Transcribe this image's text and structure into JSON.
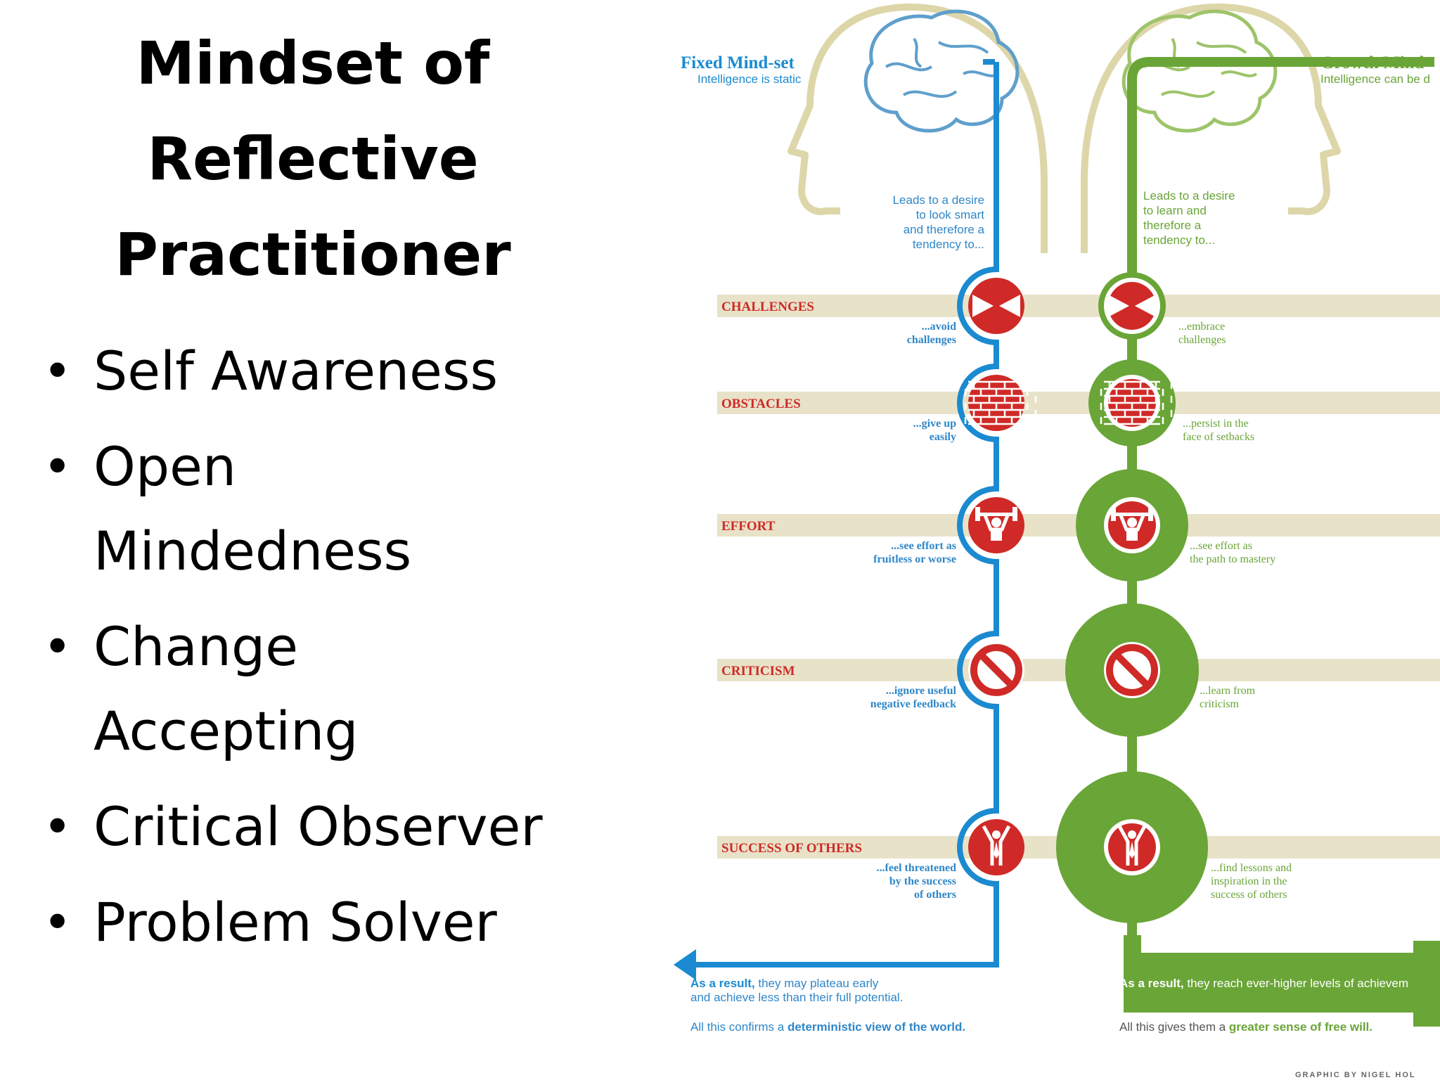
{
  "slide": {
    "title_lines": [
      "Mindset of",
      "Reflective",
      "Practitioner"
    ],
    "bullets": [
      [
        "Self Awareness"
      ],
      [
        "Open",
        "Mindedness"
      ],
      [
        "Change",
        "Accepting"
      ],
      [
        "Critical Observer"
      ],
      [
        "Problem Solver"
      ]
    ]
  },
  "infographic": {
    "fixed": {
      "title": "Fixed Mind-set",
      "subtitle": "Intelligence is static",
      "desire_lines": [
        "Leads to a desire",
        "to look smart",
        "and therefore a",
        "tendency to..."
      ],
      "result_bold": "As a result,",
      "result_line1": " they may plateau early",
      "result_line2": "and achieve less than their full potential.",
      "conclusion_prefix": "All this confirms a ",
      "conclusion_bold": "deterministic view of the world."
    },
    "growth": {
      "title": "Growth Mind",
      "subtitle": "Intelligence can be d",
      "desire_lines": [
        "Leads to a desire",
        "to learn and",
        "therefore a",
        "tendency to..."
      ],
      "result_bold": "As a result,",
      "result_text": " they reach ever-higher levels of achievem",
      "conclusion_prefix": "All this gives them a ",
      "conclusion_bold": "greater sense of free will."
    },
    "rows": [
      {
        "label": "CHALLENGES",
        "icon": "arrows-inward-icon",
        "fixed_lines": [
          "...avoid",
          "challenges"
        ],
        "growth_lines": [
          "...embrace",
          "challenges"
        ]
      },
      {
        "label": "OBSTACLES",
        "icon": "brick-wall-icon",
        "fixed_lines": [
          "...give up",
          "easily"
        ],
        "growth_lines": [
          "...persist in the",
          "face of setbacks"
        ]
      },
      {
        "label": "EFFORT",
        "icon": "weightlifter-icon",
        "fixed_lines": [
          "...see effort as",
          "fruitless or worse"
        ],
        "growth_lines": [
          "...see effort as",
          "the path to mastery"
        ]
      },
      {
        "label": "CRITICISM",
        "icon": "no-symbol-icon",
        "fixed_lines": [
          "...ignore useful",
          "negative feedback"
        ],
        "growth_lines": [
          "...learn from",
          "criticism"
        ]
      },
      {
        "label": "SUCCESS OF OTHERS",
        "icon": "person-cheering-icon",
        "fixed_lines": [
          "...feel threatened",
          "by the success",
          "of others"
        ],
        "growth_lines": [
          "...find lessons and",
          "inspiration in the",
          "success of others"
        ]
      }
    ],
    "credit": "GRAPHIC BY NIGEL HOL",
    "colors": {
      "fixed": "#1b8ad0",
      "growth": "#6aa537",
      "icon_red": "#cf2a27",
      "band": "#e8e2c8",
      "head_outline": "#ddd6a9"
    }
  }
}
